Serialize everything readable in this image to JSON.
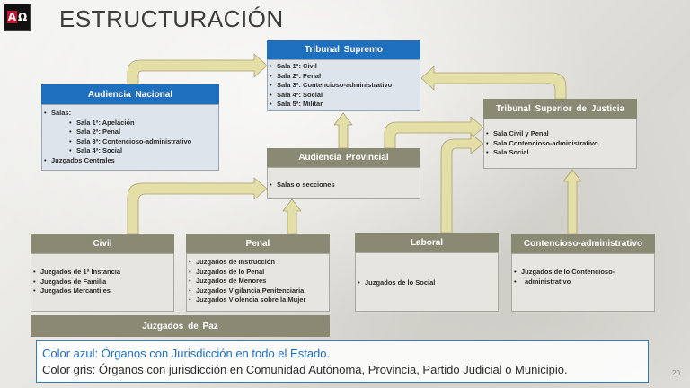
{
  "title": "ESTRUCTURACIÓN",
  "logo": {
    "icon": "alpha-omega-logo",
    "text_a": "A",
    "text_o": "Ω"
  },
  "page_number": "20",
  "colors": {
    "blue": "#1f6fbf",
    "olive": "#8a8a74",
    "arrow": "#e4dfa6",
    "arrow_stroke": "#a8a078"
  },
  "tribunal_supremo": {
    "title": "Tribunal Supremo",
    "items": [
      "Sala 1ª: Civil",
      "Sala 2ª: Penal",
      "Sala 3ª: Contencioso-administrativo",
      "Sala 4ª: Social",
      "Sala 5ª: Militar"
    ]
  },
  "audiencia_nacional": {
    "title": "Audiencia Nacional",
    "salas_label": "Salas:",
    "salas": [
      "Sala 1ª: Apelación",
      "Sala 2ª: Penal",
      "Sala 3ª: Contencioso-administrativo",
      "Sala 4ª: Social"
    ],
    "extra": "Juzgados Centrales"
  },
  "tsj": {
    "title": "Tribunal Superior de Justicia",
    "items": [
      "Sala Civil y Penal",
      "Sala Contencioso-administrativo",
      "Sala Social"
    ]
  },
  "audiencia_provincial": {
    "title": "Audiencia Provincial",
    "items": [
      "Salas o secciones"
    ]
  },
  "civil": {
    "title": "Civil",
    "items": [
      "Juzgados de 1ª Instancia",
      "Juzgados de Familia",
      "Juzgados Mercantiles"
    ]
  },
  "penal": {
    "title": "Penal",
    "items": [
      "Juzgados de Instrucción",
      "Juzgados de lo Penal",
      "Juzgados de Menores",
      "Juzgados Vigilancia Penitenciaria",
      "Juzgados Violencia sobre la Mujer"
    ]
  },
  "laboral": {
    "title": "Laboral",
    "items": [
      "Juzgados de lo Social"
    ]
  },
  "contencioso": {
    "title": "Contencioso-administrativo",
    "items": [
      "Juzgados de lo Contencioso-",
      "administrativo"
    ]
  },
  "juzgados_paz": {
    "title": "Juzgados de Paz"
  },
  "legend": {
    "line1": "Color azul: Órganos con Jurisdicción en todo el Estado.",
    "line2": "Color gris: Órganos con jurisdicción en  Comunidad Autónoma, Provincia, Partido Judicial o Municipio."
  }
}
